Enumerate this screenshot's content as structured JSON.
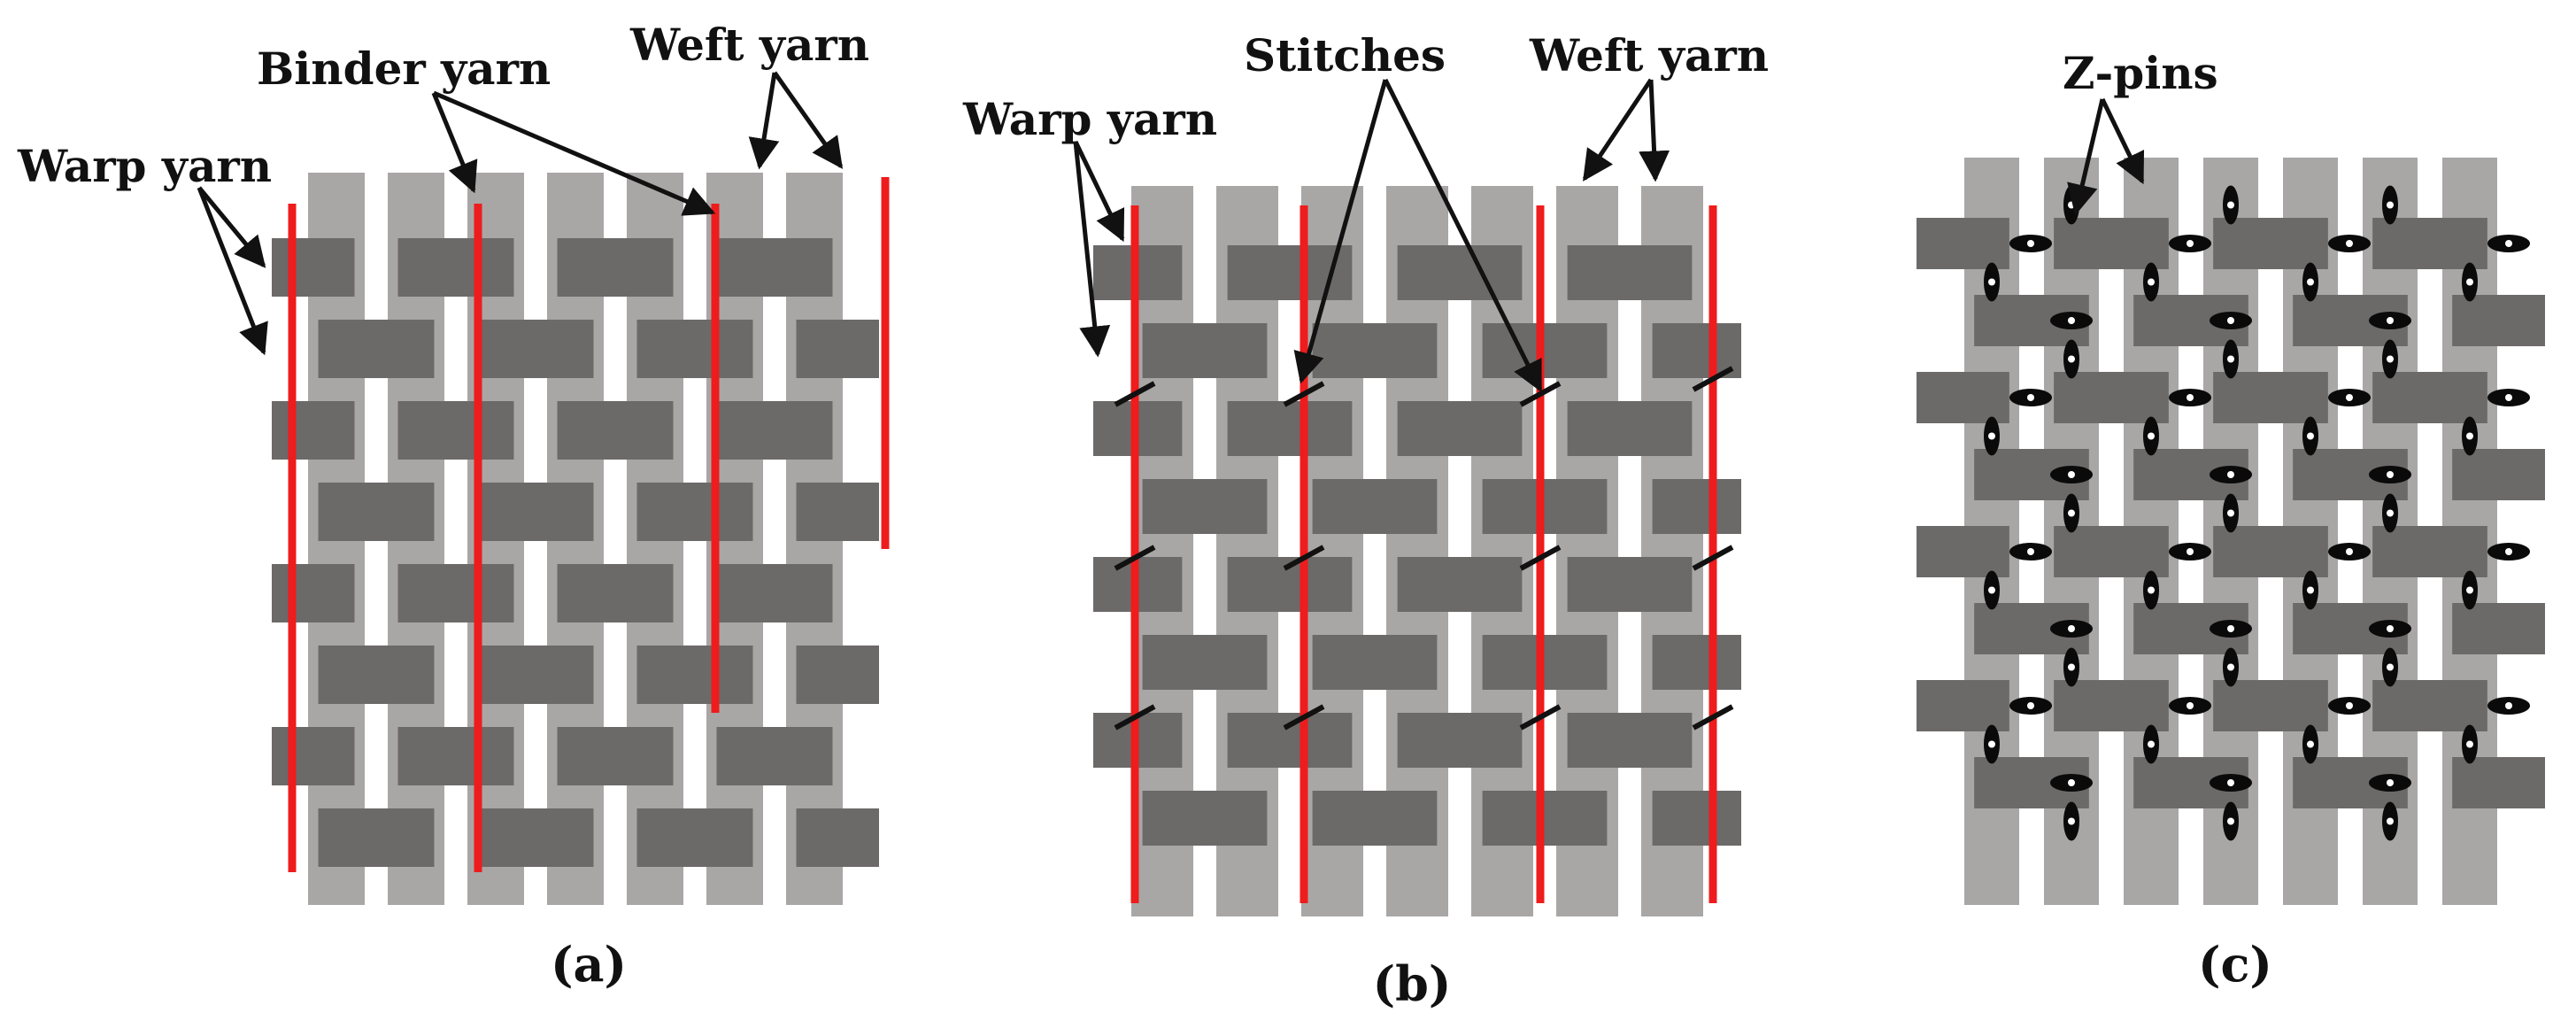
{
  "colors": {
    "background": "#ffffff",
    "weft_yarn": "#a9a6a6",
    "warp_yarn": "#6c6969",
    "binder_yarn": "#ee1c1c",
    "stitch": "#111111",
    "z_pin": "#0a0a0a",
    "z_pin_hole": "#ffffff",
    "arrow": "#111111",
    "text": "#111111"
  },
  "panels": [
    {
      "id": "a",
      "caption": "(a)",
      "labels": {
        "warp": "Warp yarn",
        "binder": "Binder yarn",
        "weft": "Weft yarn"
      }
    },
    {
      "id": "b",
      "caption": "(b)",
      "labels": {
        "warp": "Warp yarn",
        "stitches": "Stitches",
        "weft": "Weft yarn"
      }
    },
    {
      "id": "c",
      "caption": "(c)",
      "labels": {
        "zpins": "Z-pins"
      }
    }
  ]
}
